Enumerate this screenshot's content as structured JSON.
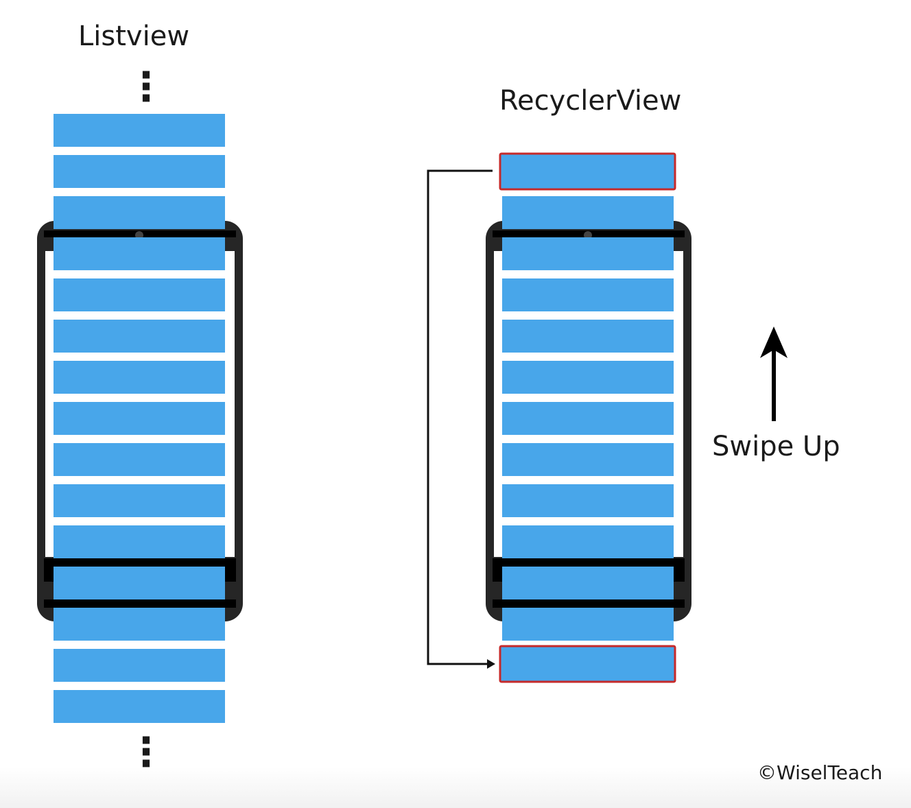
{
  "listview": {
    "title": "Listview",
    "ellipsis_top": "⋮",
    "ellipsis_bottom": "⋮",
    "item_count": 15
  },
  "recyclerview": {
    "title": "RecyclerView",
    "item_count": 13,
    "recycled_items": [
      "top",
      "bottom"
    ]
  },
  "gesture": {
    "label": "Swipe Up",
    "icon": "arrow-up-icon"
  },
  "watermark": "©WiselTeach",
  "colors": {
    "item": "#48a6ea",
    "phone": "#262626",
    "highlight": "#c62a2a",
    "connector": "#111111"
  }
}
